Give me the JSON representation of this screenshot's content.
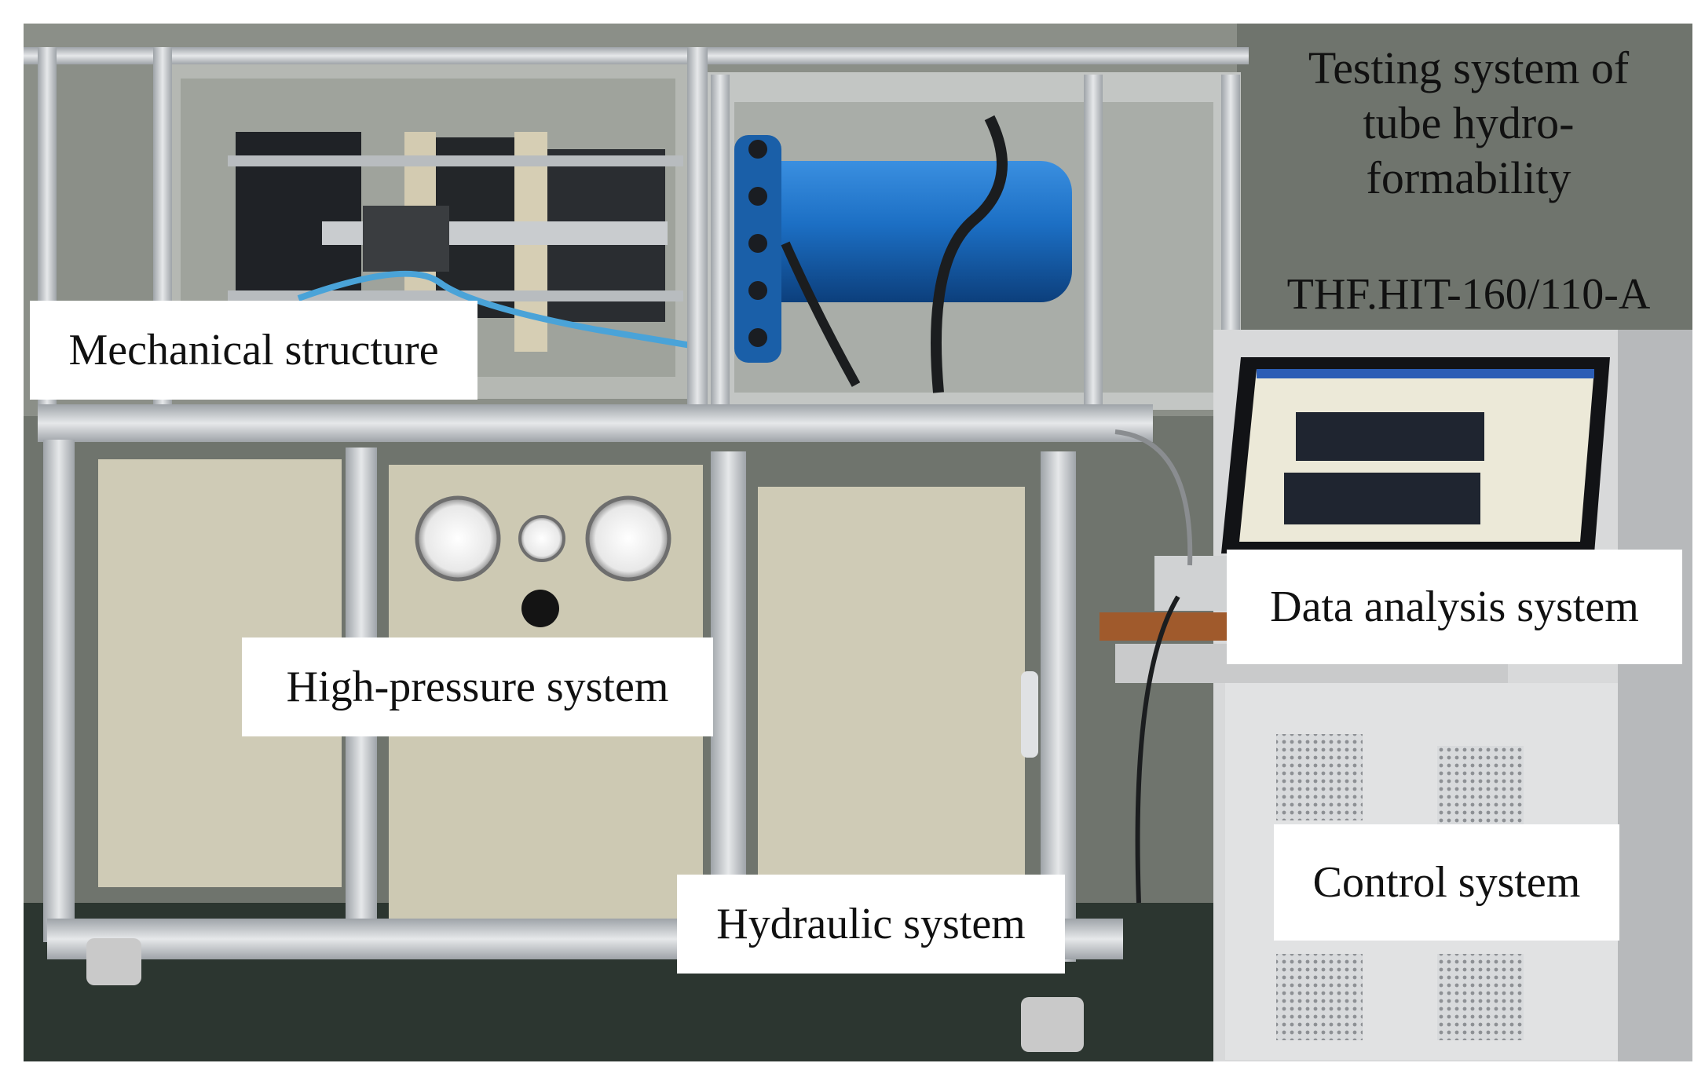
{
  "title_lines": [
    "Testing system of",
    "tube hydro-",
    "formability"
  ],
  "model_code": "THF.HIT-160/110-A",
  "labels": {
    "mechanical": "Mechanical structure",
    "high_pressure": "High-pressure system",
    "hydraulic": "Hydraulic system",
    "data_analysis": "Data analysis system",
    "control": "Control system"
  },
  "colors": {
    "frame_aluminum": "#c9ccd0",
    "panel_beige": "#cfcbb6",
    "cylinder_blue": "#1c6fc4",
    "floor": "#2c3630",
    "background_wall": "#7c8078",
    "label_background": "#ffffff"
  }
}
